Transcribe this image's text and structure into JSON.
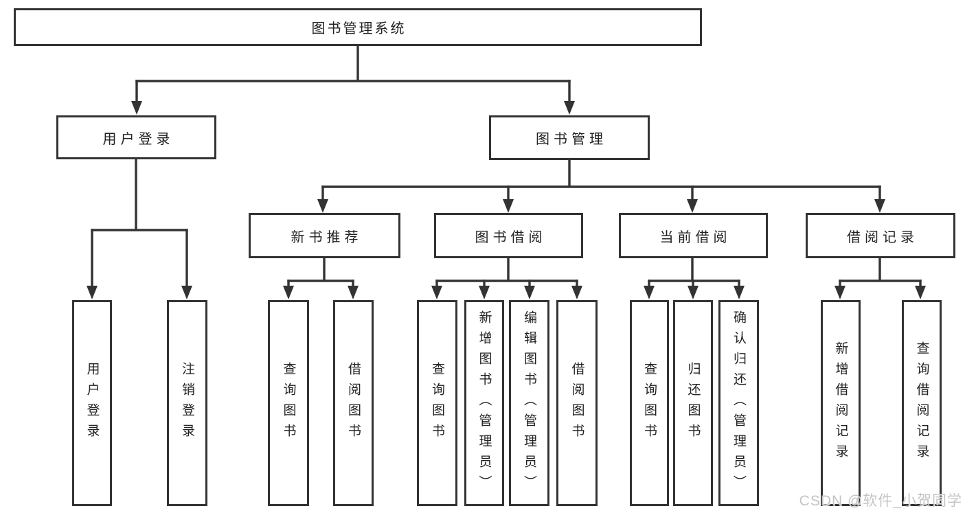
{
  "diagram_title": "图书管理系统",
  "colors": {
    "line": "#333333",
    "box_border": "#333333",
    "text": "#222222",
    "background": "#ffffff",
    "watermark": "#c4c4c4"
  },
  "tree": {
    "root": {
      "label": "图书管理系统"
    },
    "user_login": {
      "label": "用户登录"
    },
    "book_mgmt": {
      "label": "图书管理"
    },
    "new_book_rec": {
      "label": "新书推荐"
    },
    "book_borrow": {
      "label": "图书借阅"
    },
    "current_borrow": {
      "label": "当前借阅"
    },
    "borrow_record": {
      "label": "借阅记录"
    },
    "leaf_user_login": {
      "label": "用户登录"
    },
    "leaf_logout": {
      "label": "注销登录"
    },
    "leaf_query_book_a": {
      "label": "查询图书"
    },
    "leaf_borrow_book_a": {
      "label": "借阅图书"
    },
    "leaf_query_book_b": {
      "label": "查询图书"
    },
    "leaf_add_book": {
      "label": "新增图书（管理员）"
    },
    "leaf_edit_book": {
      "label": "编辑图书（管理员）"
    },
    "leaf_borrow_book_b": {
      "label": "借阅图书"
    },
    "leaf_query_book_c": {
      "label": "查询图书"
    },
    "leaf_return_book": {
      "label": "归还图书"
    },
    "leaf_confirm_return": {
      "label": "确认归还（管理员）"
    },
    "leaf_add_record": {
      "label": "新增借阅记录"
    },
    "leaf_query_record": {
      "label": "查询借阅记录"
    }
  },
  "watermark": {
    "text": "CSDN @软件_小贺同学"
  }
}
